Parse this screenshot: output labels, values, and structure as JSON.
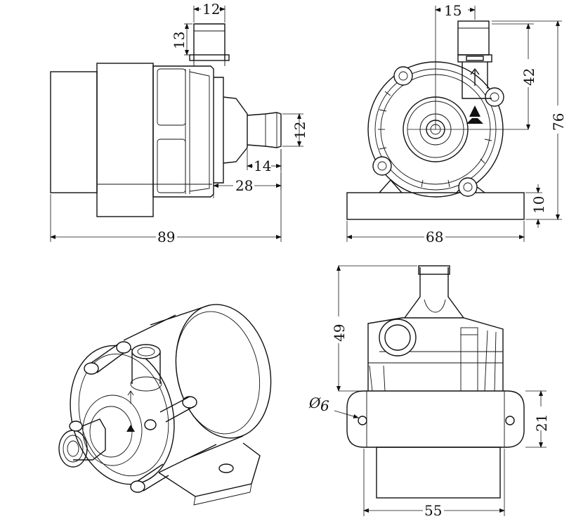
{
  "dimensions": {
    "side_view": {
      "inlet_width": "12",
      "inlet_height": "13",
      "outlet_diameter": "12",
      "outlet_length": "14",
      "nozzle_length": "28",
      "overall_length": "89"
    },
    "front_view": {
      "inlet_offset": "15",
      "inlet_height": "42",
      "overall_height": "76",
      "base_height": "10",
      "base_width": "68"
    },
    "top_view": {
      "body_height": "49",
      "hole_diameter": "6",
      "hole_diameter_symbol": "Ø",
      "mount_height": "21",
      "mount_width": "55"
    }
  },
  "icons": [
    "flow-arrow-icon",
    "warning-triangle-icon"
  ]
}
